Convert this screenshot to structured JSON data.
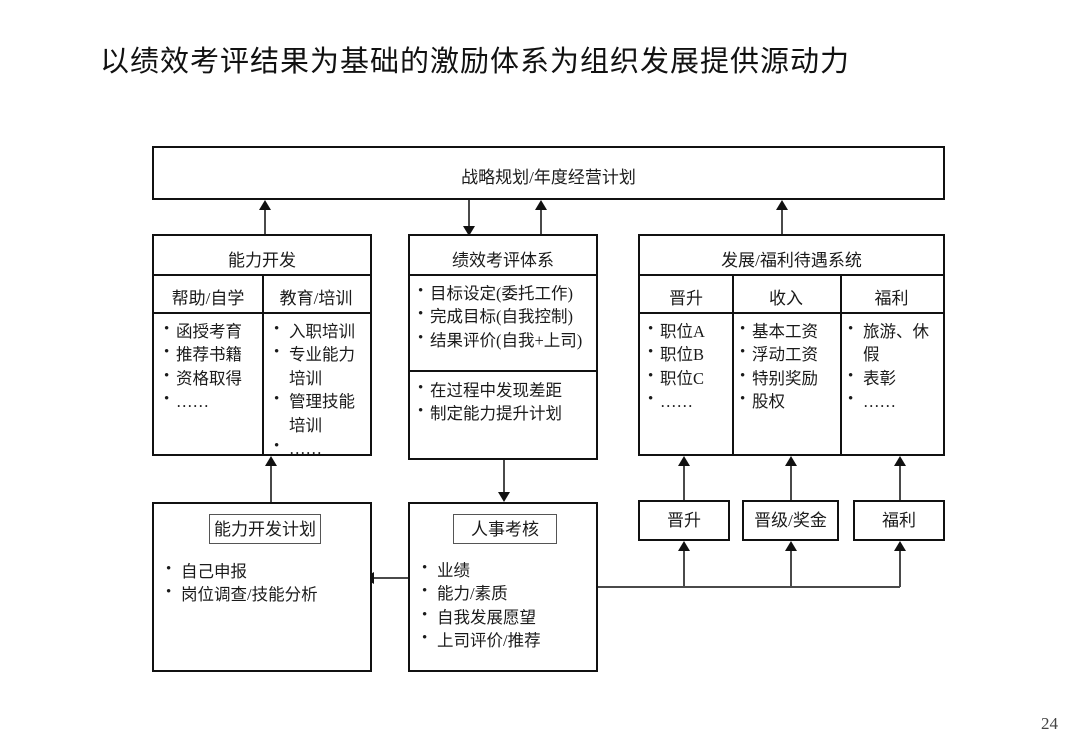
{
  "slide": {
    "title": "以绩效考评结果为基础的激励体系为组织发展提供源动力",
    "page_number": "24"
  },
  "strategy_box": {
    "label": "战略规划/年度经营计划"
  },
  "capability_box": {
    "header": "能力开发",
    "columns": [
      {
        "header": "帮助/自学",
        "items": [
          "函授考育",
          "推荐书籍",
          "资格取得",
          "……"
        ]
      },
      {
        "header": "教育/培训",
        "items": [
          "入职培训",
          "专业能力",
          "培训",
          "管理技能",
          "培训",
          "……"
        ]
      }
    ]
  },
  "performance_box": {
    "header": "绩效考评体系",
    "section_one": [
      "目标设定(委托工作)",
      "完成目标(自我控制)",
      "结果评价(自我+上司)"
    ],
    "section_two": [
      "在过程中发现差距",
      "制定能力提升计划"
    ]
  },
  "welfare_box": {
    "header": "发展/福利待遇系统",
    "columns": [
      {
        "header": "晋升",
        "items": [
          "职位A",
          "职位B",
          "职位C",
          "……"
        ]
      },
      {
        "header": "收入",
        "items": [
          "基本工资",
          "浮动工资",
          "特别奖励",
          "股权"
        ]
      },
      {
        "header": "福利",
        "items": [
          "旅游、休",
          "假",
          "表彰",
          "……"
        ]
      }
    ]
  },
  "capability_plan_box": {
    "caption": "能力开发计划",
    "items": [
      "自己申报",
      "岗位调查/技能分析"
    ]
  },
  "hr_review_box": {
    "caption": "人事考核",
    "items": [
      "业绩",
      "能力/素质",
      "自我发展愿望",
      "上司评价/推荐"
    ]
  },
  "reward_boxes": [
    {
      "label": "晋升"
    },
    {
      "label": "晋级/奖金"
    },
    {
      "label": "福利"
    }
  ]
}
